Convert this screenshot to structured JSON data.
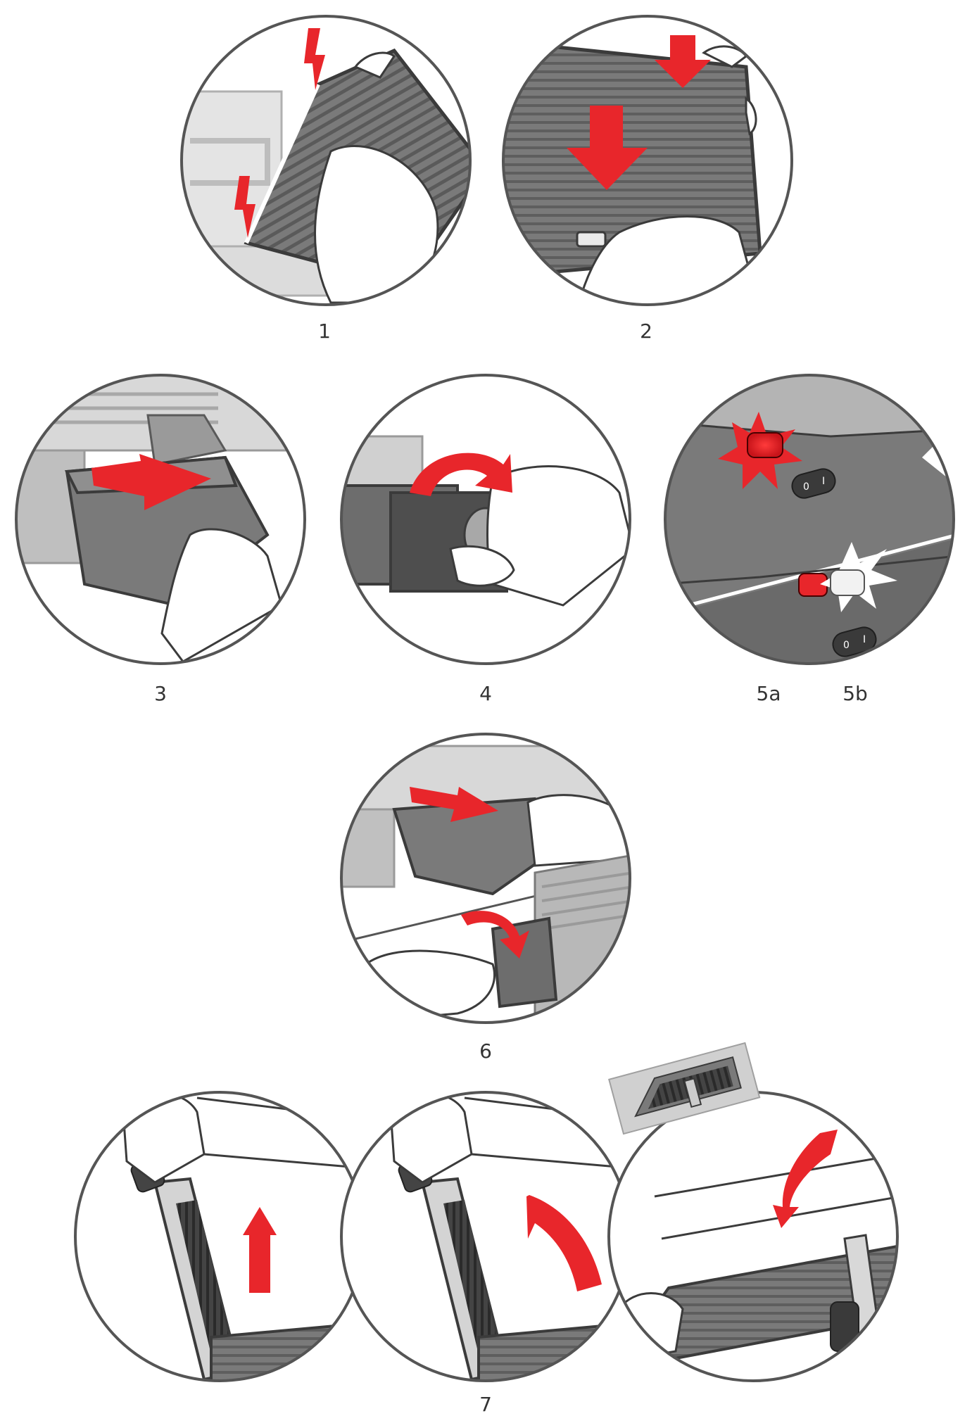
{
  "steps": {
    "s1": "1",
    "s2": "2",
    "s3": "3",
    "s4": "4",
    "s5a": "5a",
    "s5b": "5b",
    "s6": "6",
    "s7": "7"
  },
  "switch_marks": {
    "off": "0",
    "on": "I"
  },
  "colors": {
    "arrow": "#e8262b",
    "outline": "#555555",
    "body_dark": "#6d6d6d",
    "body_mid": "#8c8c8c",
    "body_light": "#c8c8c8",
    "plate": "#7a7a7a",
    "glow_white": "#f2f2f2"
  },
  "icons": {
    "arrow": "red-arrow-icon",
    "indicator": "indicator-light-icon",
    "switch": "power-switch-icon"
  }
}
